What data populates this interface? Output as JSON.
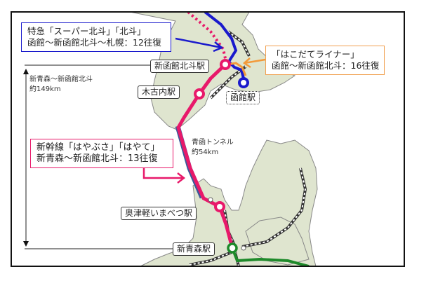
{
  "callouts": {
    "limited_express": {
      "line1": "特急「スーパー北斗」「北斗」",
      "line2": "函館～新函館北斗～札幌：12往復",
      "color": "#1a1acc"
    },
    "hakodate_liner": {
      "line1": "「はこだてライナー」",
      "line2": "函館～新函館北斗：16往復",
      "color": "#f0a050"
    },
    "shinkansen": {
      "line1": "新幹線「はやぶさ」「はやて」",
      "line2": "新青森～新函館北斗：13往復",
      "color": "#e8196a"
    }
  },
  "distance": {
    "line1": "新青森～新函館北斗",
    "line2": "約149km"
  },
  "tunnel": {
    "line1": "青函トンネル",
    "line2": "約54km"
  },
  "stations": {
    "shin_hakodate_hokuto": "新函館北斗駅",
    "kikonai": "木古内駅",
    "hakodate": "函館駅",
    "okutsugaru_imabetsu": "奥津軽いまべつ駅",
    "shin_aomori": "新青森駅"
  },
  "colors": {
    "land": "#dfe5cf",
    "shinkansen": "#e8196a",
    "express": "#1a1acc",
    "liner": "#f39a3a",
    "tohoku": "#1e8a2a"
  }
}
